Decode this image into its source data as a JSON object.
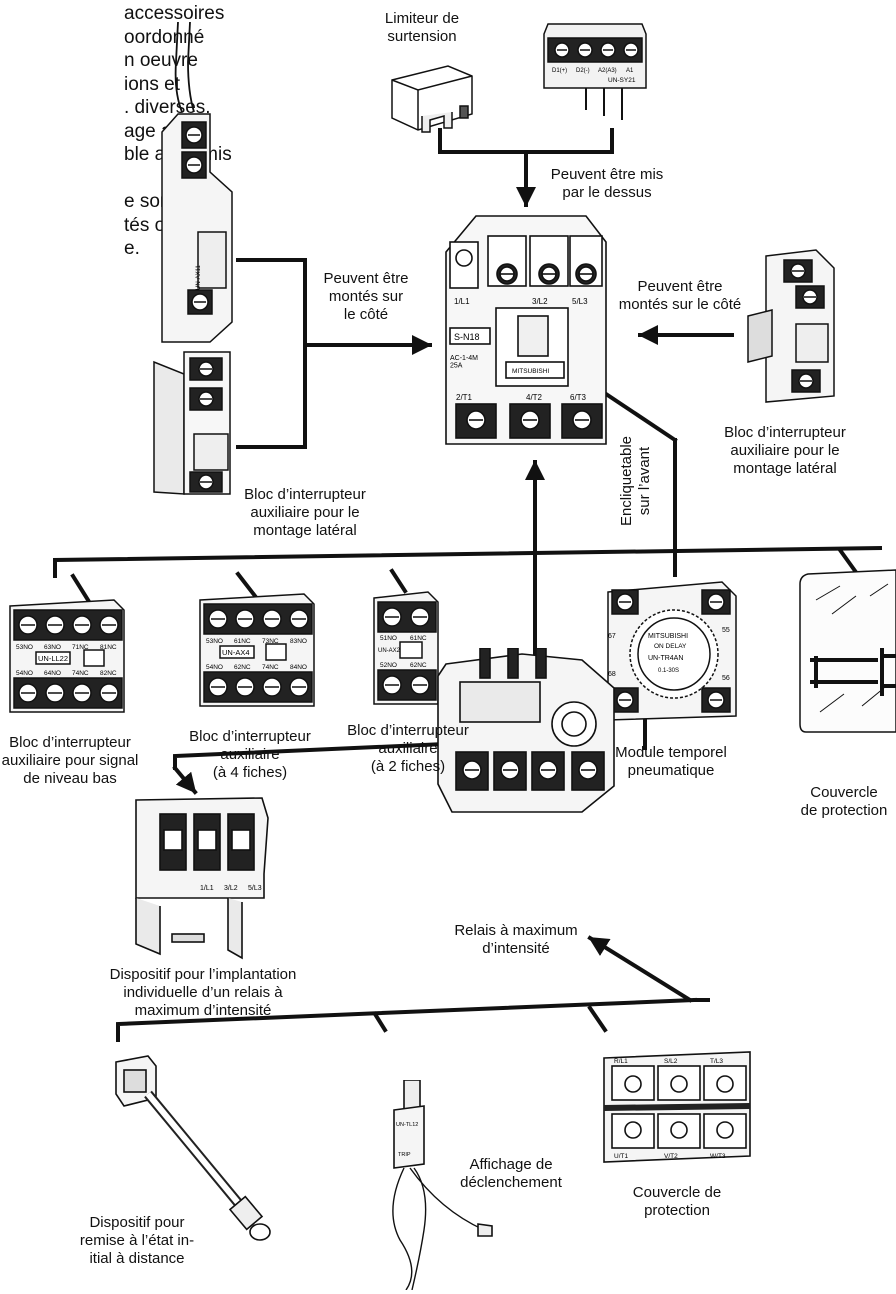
{
  "intro_lines": [
    "accessoires",
    "oordonné",
    "n oeuvre",
    "ions et",
    ". diverses.",
    "age aussi",
    "ble a été mis",
    "",
    "e sont pas",
    "tés ou à",
    "e."
  ],
  "labels": {
    "limiteur": "Limiteur de\nsurtension",
    "mis_dessus": "Peuvent être mis\npar le dessus",
    "montes_gauche": "Peuvent être\nmontés sur\nle côté",
    "montes_droite": "Peuvent être\nmontés sur le côté",
    "bloc_lateral_gauche": "Bloc d’interrupteur\nauxiliaire pour le\nmontage latéral",
    "bloc_lateral_droite": "Bloc d’interrupteur\nauxiliaire pour le\nmontage latéral",
    "encliquetable": "Encliquetable\nsur l’avant",
    "bloc_niveau_bas": "Bloc d’interrupteur\nauxiliaire pour signal\nde niveau bas",
    "bloc_4_fiches": "Bloc d’interrupteur\nauxiliaire\n(à 4 fiches)",
    "bloc_2_fiches": "Bloc d’interrupteur\nauxiliaire\n(à 2 fiches)",
    "module_temporel": "Module temporel\npneumatique",
    "couvercle_haut": "Couvercle\nde protection",
    "dispositif_implantation": "Dispositif pour l’implantation\nindividuelle d’un relais à\nmaximum d’intensité",
    "relais": "Relais à maximum\nd’intensité",
    "remise_etat": "Dispositif pour\nremise à l’état in-\nitial à distance",
    "affichage": "Affichage de\ndéclenchement",
    "couvercle_bas": "Couvercle de\nprotection"
  },
  "device_text": {
    "contactor_model": "S-N18",
    "contactor_brand": "MITSUBISHI",
    "contactor_rating": "AC-1-4M\n25A",
    "contactor_top_terminals": [
      "1/L1",
      "3/L2",
      "5/L3"
    ],
    "contactor_bottom_terminals": [
      "2/T1",
      "4/T2",
      "6/T3"
    ],
    "surge_model": "UN-SY21",
    "surge_terminals": [
      "D1(+)",
      "D2(-)",
      "A2(A3)",
      "A1"
    ],
    "side_block_left_model": "UN-AX11",
    "block_ll22_model": "UN-LL22",
    "block_ll22_top": [
      "53NO",
      "63NO",
      "71NC",
      "81NC"
    ],
    "block_ll22_bottom": [
      "54NO",
      "64NO",
      "74NC",
      "82NC"
    ],
    "block_ax4_model": "UN-AX4",
    "block_ax4_top": [
      "53NO",
      "61NC",
      "73NC",
      "83NO"
    ],
    "block_ax4_bottom": [
      "54NO",
      "62NC",
      "74NC",
      "84NO"
    ],
    "block_ax2_model": "UN-AX2",
    "block_ax2_top": [
      "51NO",
      "61NC"
    ],
    "block_ax2_bottom": [
      "52NO",
      "62NC"
    ],
    "timer_brand": "MITSUBISHI",
    "timer_mode": "ON DELAY",
    "timer_model": "UN-TR4AN",
    "timer_time": "0.1-30S",
    "timer_terminals": [
      "67",
      "68",
      "55",
      "56"
    ],
    "unit_terminals_top": [
      "1/L1",
      "3/L2",
      "5/L3"
    ],
    "cover_terminals_top": [
      "R/L1",
      "S/L2",
      "T/L3"
    ],
    "cover_terminals_bottom": [
      "U/T1",
      "V/T2",
      "W/T3"
    ],
    "trip_model": "UN-TL12",
    "trip_label": "TRIP"
  },
  "colors": {
    "line": "#111111",
    "background": "#ffffff"
  }
}
